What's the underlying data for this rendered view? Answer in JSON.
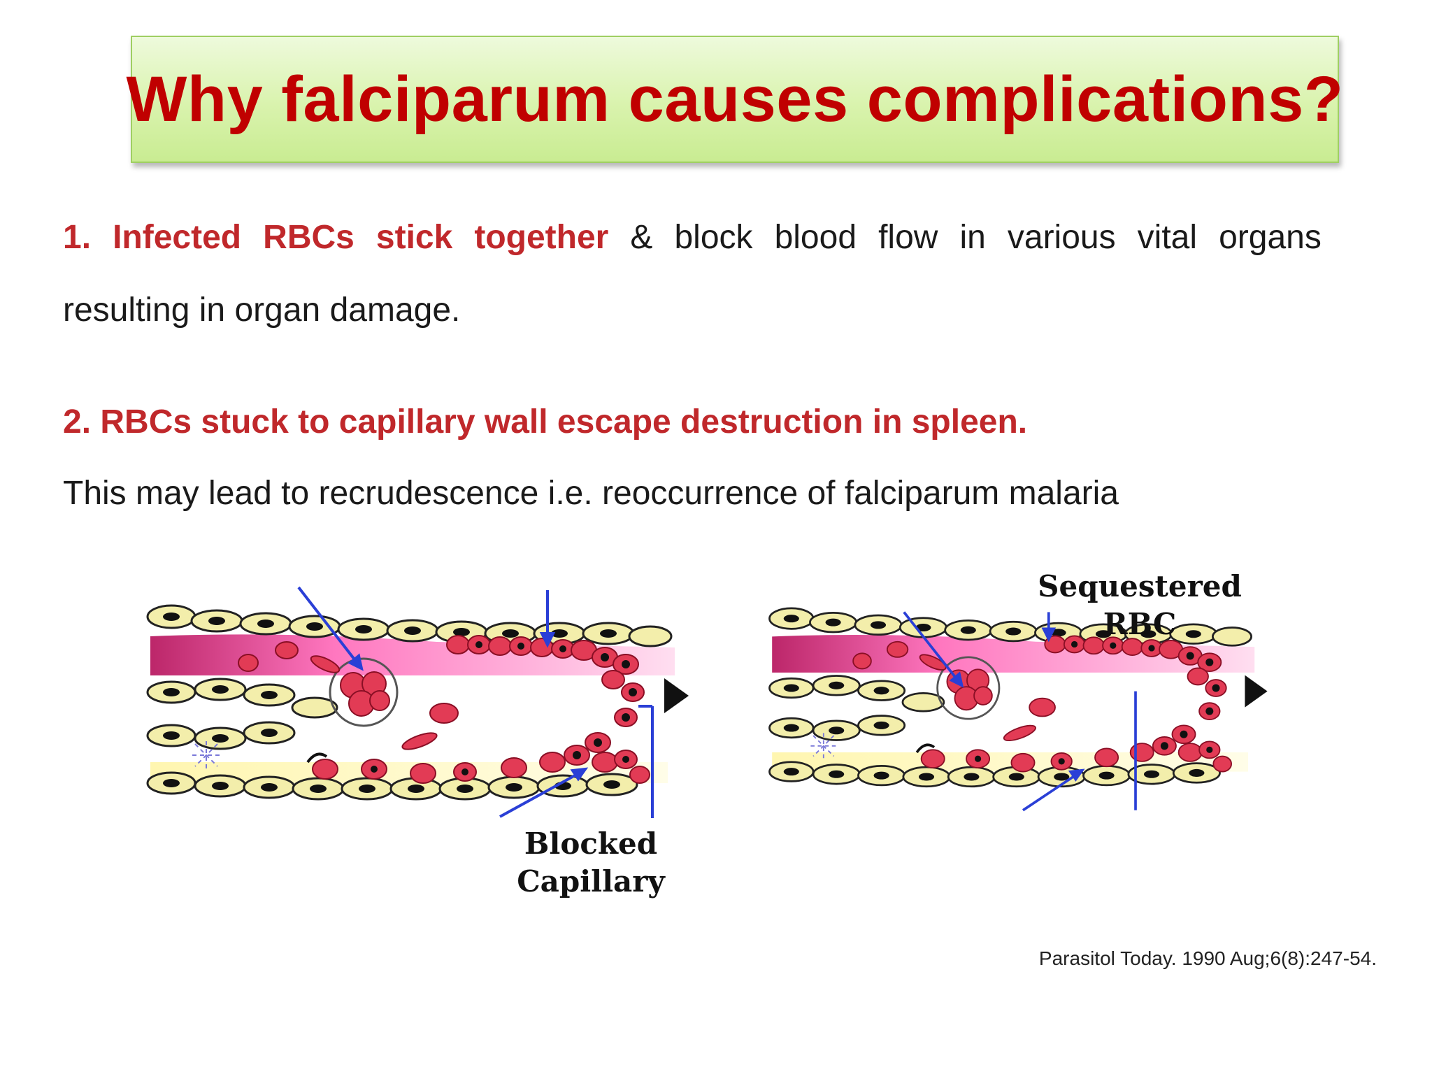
{
  "slide": {
    "title": "Why falciparum causes complications?",
    "point1": {
      "bold_line1_words": [
        "1.",
        "Infected",
        "RBCs",
        "stick",
        "together"
      ],
      "rest_line1_words": [
        "&",
        "block",
        "blood",
        "flow",
        "in",
        "various",
        "vital",
        "organs"
      ],
      "line2": "resulting in organ damage."
    },
    "point2": {
      "bold": "2.  RBCs stuck to capillary wall escape destruction in spleen.",
      "text": "This may lead to recrudescence i.e. reoccurrence of falciparum malaria"
    },
    "diagram": {
      "label_left": [
        "Blocked",
        "Capillary"
      ],
      "label_right": [
        "Sequestered",
        "RBC"
      ]
    },
    "citation": "Parasitol Today. 1990 Aug;6(8):247-54."
  },
  "colors": {
    "title_text": "#c00000",
    "emphasis_red": "#c0282b",
    "title_bg_top": "#eefadc",
    "title_bg_bottom": "#c9ec92",
    "rbc": "#e23b55",
    "endothelial_cell": "#f3eeab",
    "arrow": "#2a3fd6"
  }
}
